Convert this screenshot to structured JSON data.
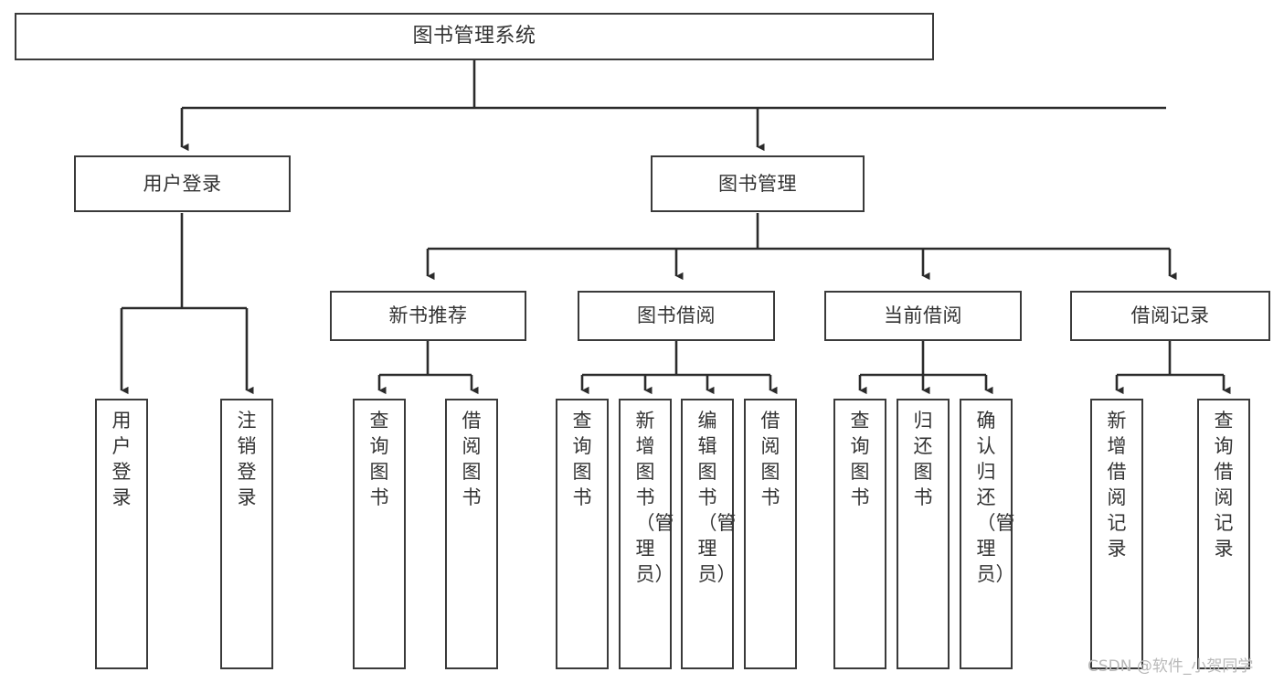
{
  "diagram": {
    "type": "tree-hierarchy",
    "title": "图书管理系统",
    "root": {
      "label": "图书管理系统"
    },
    "level1": [
      {
        "label": "用户登录"
      },
      {
        "label": "图书管理"
      }
    ],
    "level2": [
      {
        "label": "新书推荐"
      },
      {
        "label": "图书借阅"
      },
      {
        "label": "当前借阅"
      },
      {
        "label": "借阅记录"
      }
    ],
    "leaves": {
      "user_login": [
        {
          "label": "用户登录"
        },
        {
          "label": "注销登录"
        }
      ],
      "new_book_recommend": [
        {
          "label": "查询图书"
        },
        {
          "label": "借阅图书"
        }
      ],
      "book_borrow": [
        {
          "label": "查询图书"
        },
        {
          "label": "新增图书（管理员）"
        },
        {
          "label": "编辑图书（管理员）"
        },
        {
          "label": "借阅图书"
        }
      ],
      "current_borrow": [
        {
          "label": "查询图书"
        },
        {
          "label": "归还图书"
        },
        {
          "label": "确认归还（管理员）"
        }
      ],
      "borrow_record": [
        {
          "label": "新增借阅记录"
        },
        {
          "label": "查询借阅记录"
        }
      ]
    }
  },
  "watermark": {
    "text": "CSDN @软件_小贺同学"
  },
  "colors": {
    "box_border": "#3a3a3a",
    "box_fill": "#ffffff",
    "text": "#333333",
    "edge": "#2b2b2b",
    "watermark": "#b9b9b9",
    "background": "#ffffff"
  }
}
